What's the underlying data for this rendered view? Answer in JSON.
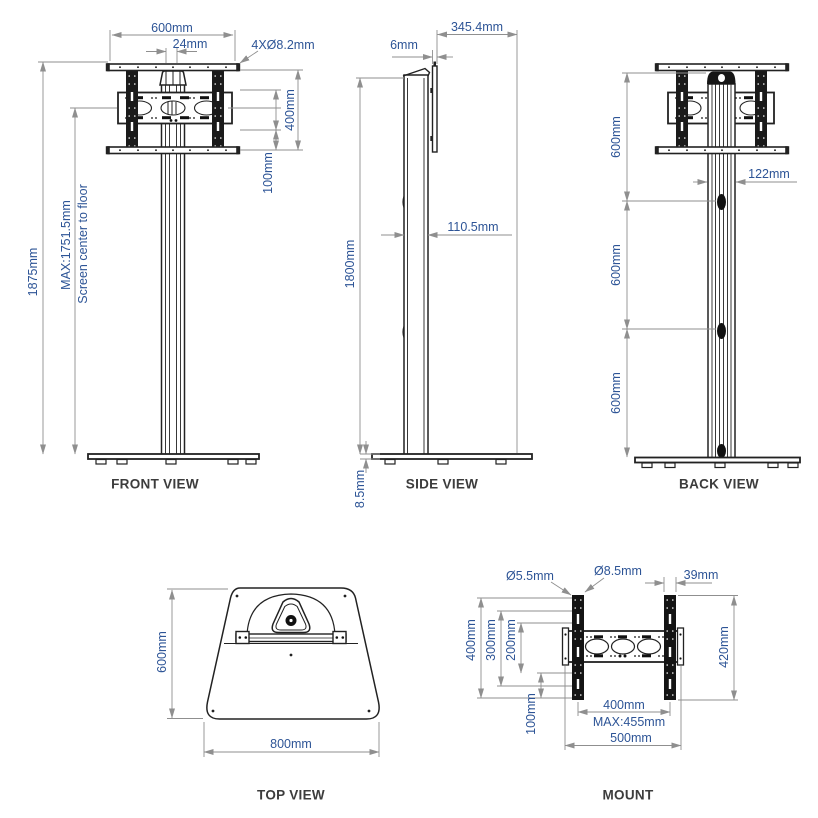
{
  "document": {
    "type": "technical-drawing",
    "subject": "TV floor stand dimension drawing"
  },
  "colors": {
    "dimension_text": "#2d5496",
    "dimension_line": "#8f8f8f",
    "object_line": "#222222",
    "view_label": "#3c3c3c",
    "background": "#ffffff"
  },
  "views": {
    "front": {
      "label": "FRONT VIEW",
      "dims": {
        "shelf_width": "600mm",
        "tube_width": "24mm",
        "holes": "4XØ8.2mm",
        "bracket_height": "400mm",
        "shelf_offset": "100mm",
        "total_height": "1875mm",
        "max_height": "MAX:1751.5mm",
        "max_note": "Screen center to floor"
      }
    },
    "side": {
      "label": "SIDE VIEW",
      "dims": {
        "depth": "345.4mm",
        "plate_thickness": "6mm",
        "column_depth": "110.5mm",
        "column_height": "1800mm",
        "base_thickness": "8.5mm"
      }
    },
    "back": {
      "label": "BACK VIEW",
      "dims": {
        "segment1": "600mm",
        "segment2": "600mm",
        "segment3": "600mm",
        "column_width": "122mm"
      }
    },
    "top": {
      "label": "TOP VIEW",
      "dims": {
        "base_depth": "600mm",
        "base_width": "800mm"
      }
    },
    "mount": {
      "label": "MOUNT",
      "dims": {
        "hole_small": "Ø5.5mm",
        "hole_large": "Ø8.5mm",
        "rail_width": "39mm",
        "vesa_400": "400mm",
        "vesa_300": "300mm",
        "vesa_200": "200mm",
        "vesa_100": "100mm",
        "rail_height": "420mm",
        "hole_span": "400mm",
        "max_span": "MAX:455mm",
        "plate_width": "500mm"
      }
    }
  }
}
